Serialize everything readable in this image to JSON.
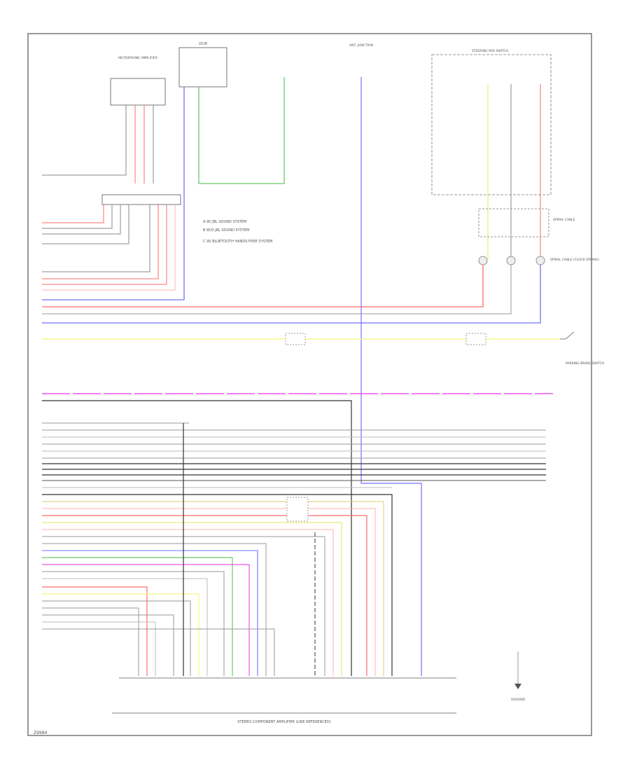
{
  "footer_code": "Z9984",
  "legend": [
    "A  W/ JBL SOUND SYSTEM",
    "B  W/O JBL SOUND SYSTEM",
    "C  W/ BLUETOOTH HANDS-FREE SYSTEM"
  ],
  "components": {
    "mic_amp": "MICROPHONE AMPLIFIER",
    "dcm": "DCM",
    "ant_junction": "ANT. JUNCTION",
    "steering_pad": "STEERING PAD SWITCH",
    "spiral_cable": "SPIRAL CABLE",
    "cable_clock": "SPIRAL CABLE (CLOCK SPRING)",
    "parking_brake_sw": "PARKING BRAKE SWITCH",
    "stereo_unit": "STEREO COMPONENT AMPLIFIER (LINE REFERENCED)",
    "ground": "GROUND"
  },
  "wire_colors": {
    "red": "#ff6b6b",
    "pink": "#ffb3b3",
    "blue": "#7070ff",
    "green": "#66cc66",
    "yellow": "#f5f57a",
    "magenta": "#ee55ee",
    "black": "#333333",
    "gray": "#9a9a9a"
  }
}
